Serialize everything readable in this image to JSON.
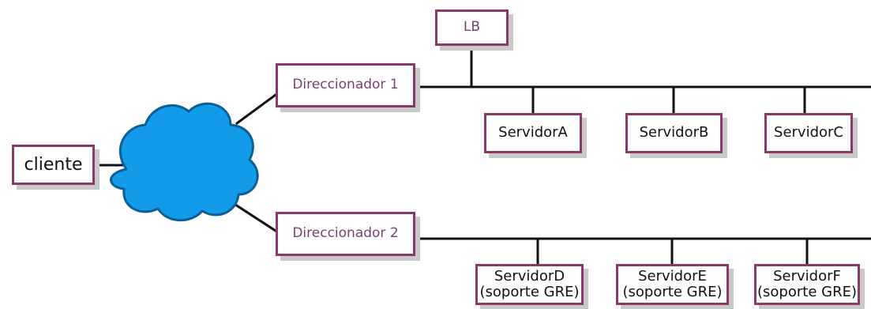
{
  "nodes": {
    "lb": "LB",
    "cliente": "cliente",
    "direccionador1": "Direccionador 1",
    "direccionador2": "Direccionador 2",
    "servidorA": "ServidorA",
    "servidorB": "ServidorB",
    "servidorC": "ServidorC",
    "servidorD": {
      "name": "ServidorD",
      "note": "(soporte GRE)"
    },
    "servidorE": {
      "name": "ServidorE",
      "note": "(soporte GRE)"
    },
    "servidorF": {
      "name": "ServidorF",
      "note": "(soporte GRE)"
    }
  },
  "colors": {
    "box_border": "#8a3a68",
    "shadow": "#c9c9c9",
    "line": "#111111",
    "cloud_fill": "#129be8",
    "cloud_stroke": "#0c5f95",
    "purple_text": "#7b3f73"
  }
}
